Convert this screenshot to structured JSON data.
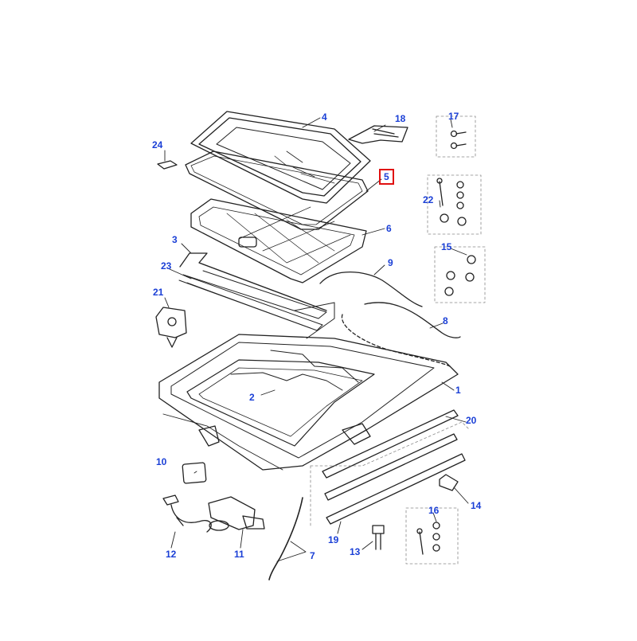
{
  "diagram": {
    "colors": {
      "callout": "#1a3fd6",
      "highlight": "#e01010",
      "line": "#222222"
    },
    "highlighted_part": "5",
    "callouts": [
      {
        "id": "c1",
        "label": "1"
      },
      {
        "id": "c2",
        "label": "2"
      },
      {
        "id": "c3",
        "label": "3"
      },
      {
        "id": "c4",
        "label": "4"
      },
      {
        "id": "c5",
        "label": "5"
      },
      {
        "id": "c6",
        "label": "6"
      },
      {
        "id": "c7",
        "label": "7"
      },
      {
        "id": "c8",
        "label": "8"
      },
      {
        "id": "c9",
        "label": "9"
      },
      {
        "id": "c10",
        "label": "10"
      },
      {
        "id": "c11",
        "label": "11"
      },
      {
        "id": "c12",
        "label": "12"
      },
      {
        "id": "c13",
        "label": "13"
      },
      {
        "id": "c14",
        "label": "14"
      },
      {
        "id": "c15",
        "label": "15"
      },
      {
        "id": "c16",
        "label": "16"
      },
      {
        "id": "c17",
        "label": "17"
      },
      {
        "id": "c18",
        "label": "18"
      },
      {
        "id": "c19",
        "label": "19"
      },
      {
        "id": "c20",
        "label": "20"
      },
      {
        "id": "c21",
        "label": "21"
      },
      {
        "id": "c22",
        "label": "22"
      },
      {
        "id": "c23",
        "label": "23"
      },
      {
        "id": "c24",
        "label": "24"
      }
    ]
  }
}
